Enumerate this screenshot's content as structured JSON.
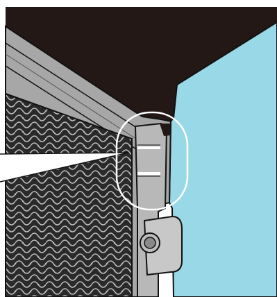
{
  "illustration": {
    "subject": "device-corner-filter-detail",
    "colors": {
      "background": "#ffffff",
      "interior_dark": "#231815",
      "side_panel": "#99d8e6",
      "frame_gray": "#a7a7a7",
      "frame_light": "#c8c8c8",
      "filter_dark": "#2a2a2a",
      "filter_mesh": "#bdbdbd",
      "highlight_ring": "#ffffff",
      "outline": "#111111"
    },
    "icons": [
      "callout-line",
      "highlight-circle",
      "screw-icon"
    ]
  }
}
